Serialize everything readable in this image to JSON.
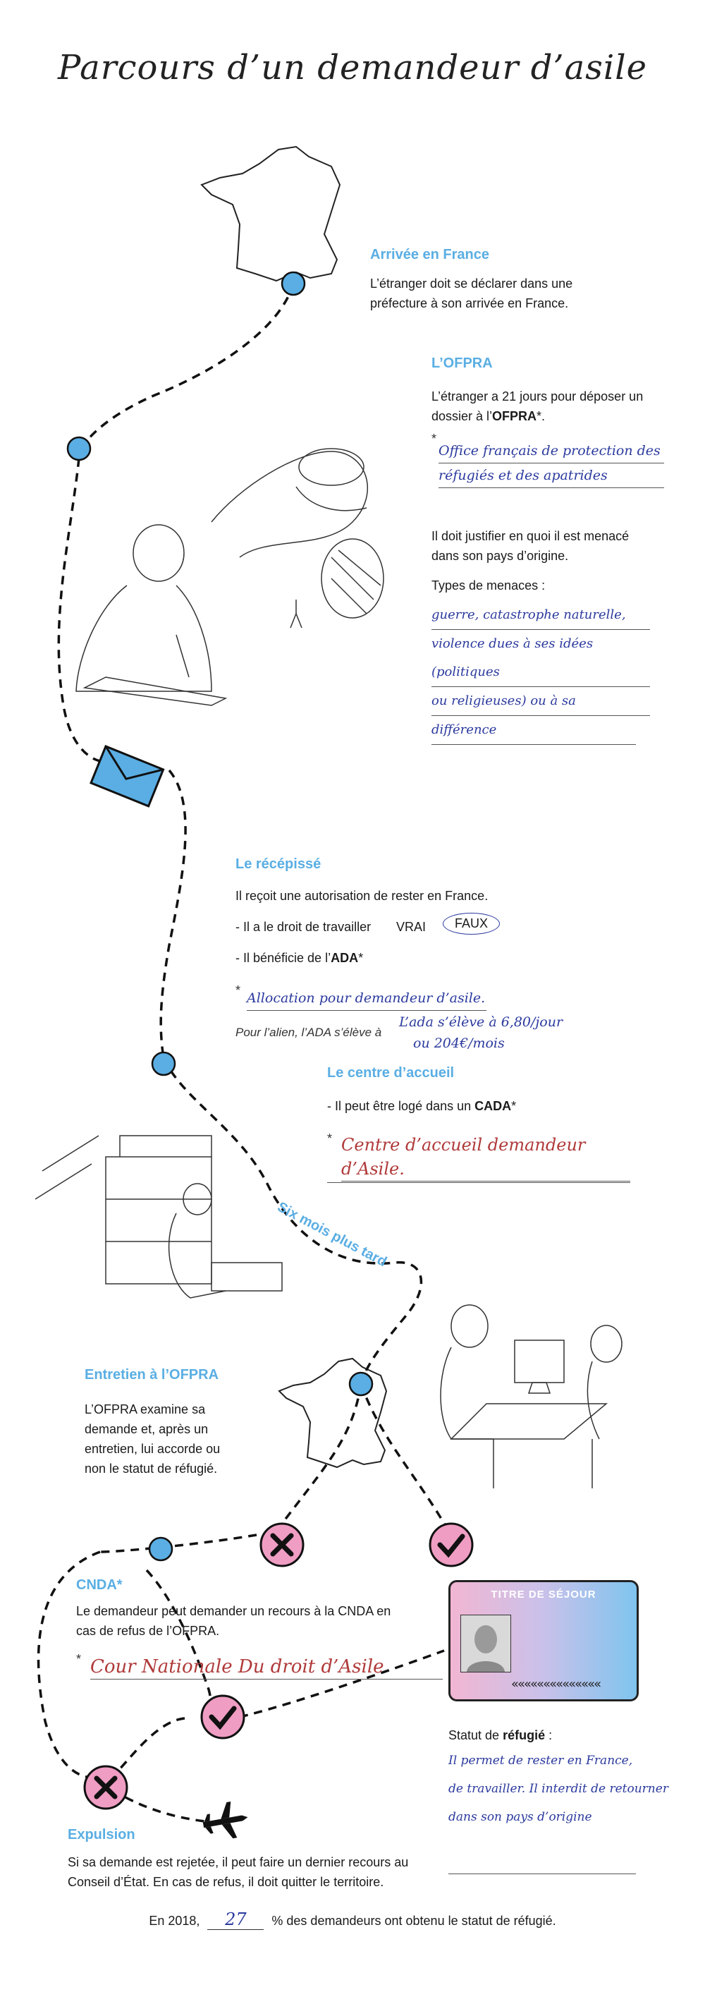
{
  "title": "Parcours d’un demandeur d’asile",
  "arrivee": {
    "heading": "Arrivée en France",
    "text": "L’étranger doit se déclarer dans une préfecture à son arrivée en France."
  },
  "ofpra": {
    "heading": "L’OFPRA",
    "text_before": "L’étranger a 21 jours pour déposer un dossier à l’",
    "text_bold": "OFPRA",
    "text_after": "*.",
    "asterisk": "*",
    "handwriting": [
      "Office français de protection des",
      "réfugiés et des apatrides"
    ],
    "justify": "Il doit justifier en quoi il est menacé dans son pays d’origine.",
    "menaces_label": "Types de menaces :",
    "menaces_hand": [
      "guerre, catastrophe naturelle,",
      "violence dues à ses idées (politiques",
      "ou religieuses) ou à sa",
      "différence"
    ]
  },
  "recepisse": {
    "heading": "Le récépissé",
    "line1": "Il reçoit une autorisation de rester en France.",
    "line2": "- Il a le droit de travailler",
    "vrai": "VRAI",
    "faux": "FAUX",
    "line3_before": "- Il bénéficie de l’",
    "line3_bold": "ADA",
    "line3_after": "*",
    "asterisk": "*",
    "ada_hand": "Allocation pour demandeur d’asile.",
    "alien": "Pour l’alien, l’ADA s’élève à",
    "alien_hand": [
      "L’ada s’élève à 6,80/jour",
      "ou 204€/mois"
    ]
  },
  "accueil": {
    "heading": "Le centre d’accueil",
    "line_before": "- Il peut être logé dans un ",
    "line_bold": "CADA",
    "line_after": "*",
    "asterisk": "*",
    "hand": "Centre d’accueil demandeur d’Asile."
  },
  "six_mois": "Six mois plus tard",
  "entretien": {
    "heading": "Entretien à l’OFPRA",
    "text": "L’OFPRA examine sa demande et, après un entretien, lui accorde ou non le statut de réfugié."
  },
  "cnda": {
    "heading": "CNDA*",
    "text": "Le demandeur peut demander un recours à la CNDA en cas de refus de l’OFPRA.",
    "asterisk": "*",
    "hand": "Cour Nationale Du droit d’Asile"
  },
  "titre": {
    "card_title": "TITRE DE SÉJOUR",
    "chevrons": "««««««««««««««",
    "statut_before": "Statut de ",
    "statut_bold": "réfugié",
    "statut_after": " :",
    "hand": [
      "Il permet de rester en France,",
      "de travailler. Il interdit de retourner",
      "dans son pays d’origine"
    ]
  },
  "expulsion": {
    "heading": "Expulsion",
    "text": "Si sa demande est rejetée, il peut faire un dernier recours au Conseil d’État. En cas de refus, il doit quitter le territoire."
  },
  "footer": {
    "before": "En 2018,",
    "value": "27",
    "after": "% des demandeurs ont obtenu le statut de réfugié."
  },
  "colors": {
    "blue": "#5aaee3",
    "pink": "#ef9dc3",
    "ink": "#2b3a9e",
    "red_ink": "#b03a3a"
  },
  "icons": [
    "france-map-icon",
    "envelope-icon",
    "cross-icon",
    "check-icon",
    "airplane-icon",
    "person-writing-illustration",
    "bunk-bed-illustration",
    "interview-illustration"
  ]
}
